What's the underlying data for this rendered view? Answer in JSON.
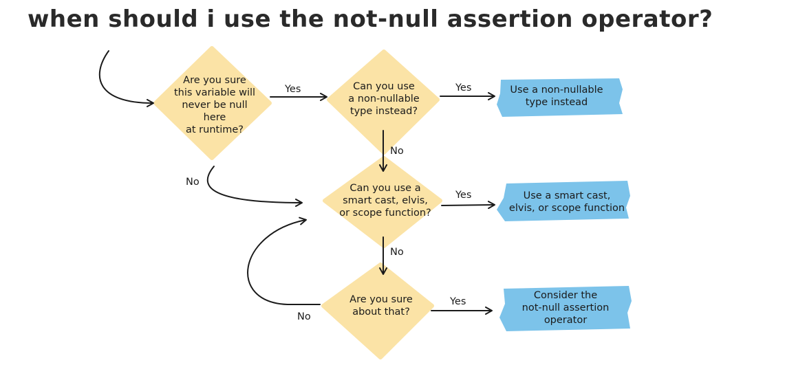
{
  "title": "when should i use the not-null assertion operator?",
  "colors": {
    "decision_fill": "#fbe3a6",
    "outcome_fill": "#7cc3ea",
    "stroke": "#1a1a1a"
  },
  "decisions": {
    "q1": "Are you sure\nthis variable will\nnever be null here\nat runtime?",
    "q2": "Can you use\na non-nullable\ntype instead?",
    "q3": "Can you use a\nsmart cast, elvis,\nor scope function?",
    "q4": "Are you sure\nabout that?"
  },
  "outcomes": {
    "o1": "Use a non-nullable\ntype instead",
    "o2": "Use a smart cast,\nelvis, or scope function",
    "o3": "Consider the\nnot-null assertion\noperator"
  },
  "edge_labels": {
    "q1_yes": "Yes",
    "q2_yes": "Yes",
    "q2_no": "No",
    "q1_no": "No",
    "q3_yes": "Yes",
    "q3_no": "No",
    "q4_yes": "Yes",
    "q4_no": "No"
  }
}
